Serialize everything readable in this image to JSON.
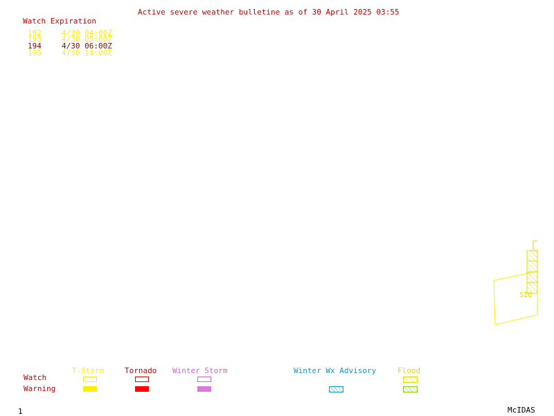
{
  "header": {
    "title": "Active severe weather bulletine as of 30 April 2025 03:55"
  },
  "watch_table": {
    "heading": "Watch Expiration",
    "rows": [
      {
        "id": "192",
        "expires": "4/30 04:00Z",
        "color": "#ffee00"
      },
      {
        "id": "193",
        "expires": "4/30 05:00Z",
        "color": "#ffee00"
      },
      {
        "id": "194",
        "expires": "4/30 06:00Z",
        "color": "#8b0000"
      },
      {
        "id": "195",
        "expires": "4/30 11:00Z",
        "color": "#ffee00"
      }
    ]
  },
  "map": {
    "label": "SIG"
  },
  "legend": {
    "row_watch": "Watch",
    "row_warning": "Warning",
    "tstorm": "T-Storm",
    "tornado": "Tornado",
    "winter_storm": "Winter Storm",
    "winter_adv": "Winter Wx Advisory",
    "flood": "Flood",
    "colors": {
      "tstorm": "#ffee00",
      "tornado": "#ff0000",
      "winter_storm": "#dd77dd",
      "winter_adv": "#1199cc",
      "flood": "#88cc22"
    }
  },
  "footer": {
    "page": "1",
    "brand": "McIDAS"
  }
}
